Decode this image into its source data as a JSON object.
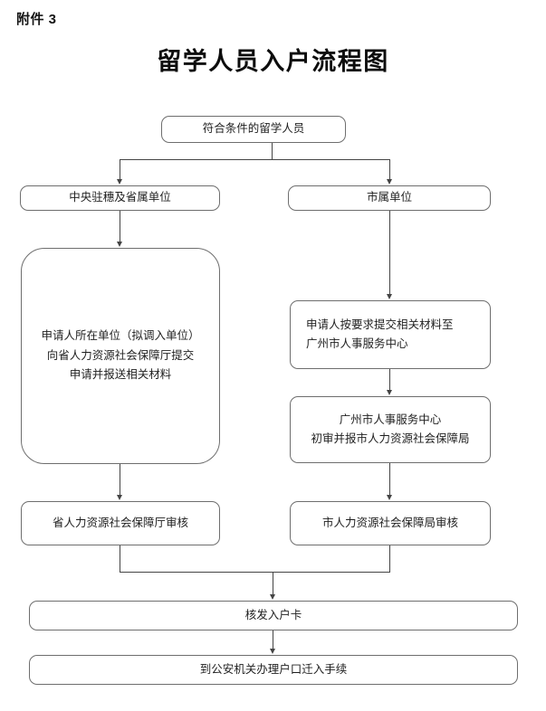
{
  "document": {
    "attachment_label": "附件 3",
    "title": "留学人员入户流程图"
  },
  "flow": {
    "start": {
      "label": "符合条件的留学人员"
    },
    "branch_left": {
      "label": "中央驻穗及省属单位"
    },
    "branch_right": {
      "label": "市属单位"
    },
    "left_step_1": {
      "line1": "申请人所在单位（拟调入单位）",
      "line2": "向省人力资源社会保障厅提交",
      "line3": "申请并报送相关材料"
    },
    "left_step_2": {
      "label": "省人力资源社会保障厅审核"
    },
    "right_step_1": {
      "line1": "申请人按要求提交相关材料至",
      "line2": "广州市人事服务中心"
    },
    "right_step_2": {
      "line1": "广州市人事服务中心",
      "line2": "初审并报市人力资源社会保障局"
    },
    "right_step_3": {
      "label": "市人力资源社会保障局审核"
    },
    "merge_step": {
      "label": "核发入户卡"
    },
    "final_step": {
      "label": "到公安机关办理户口迁入手续"
    }
  },
  "colors": {
    "box_border": "#6e6e6e",
    "connector": "#444444",
    "background": "#ffffff",
    "text": "#1f1f1f"
  }
}
